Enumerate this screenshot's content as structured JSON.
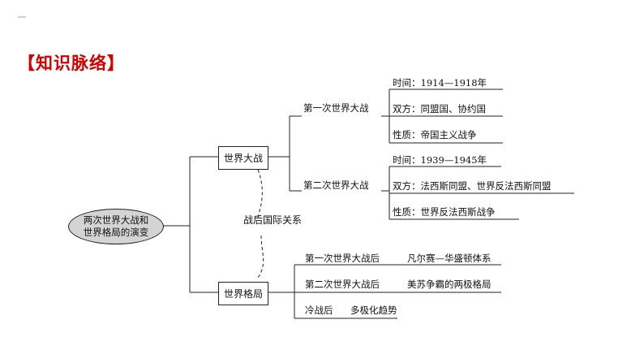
{
  "slide": {
    "heading": "【知识脉络】"
  },
  "diagram": {
    "root": {
      "line1": "两次世界大战和",
      "line2": "世界格局的演变"
    },
    "branch_war": {
      "label": "世界大战",
      "ww1": {
        "label": "第一次世界大战",
        "time": "时间：1914—1918年",
        "sides": "双方：同盟国、协约国",
        "nature": "性质：帝国主义战争"
      },
      "ww2": {
        "label": "第二次世界大战",
        "time": "时间：1939—1945年",
        "sides": "双方：法西斯同盟、世界反法西斯同盟",
        "nature": "性质：世界反法西斯战争"
      }
    },
    "relation_label": "战后国际关系",
    "branch_pattern": {
      "label": "世界格局",
      "items": [
        {
          "period": "第一次世界大战后",
          "system": "凡尔赛—华盛顿体系"
        },
        {
          "period": "第二次世界大战后",
          "system": "美苏争霸的两极格局"
        },
        {
          "period": "冷战后",
          "system": "多极化趋势"
        }
      ]
    }
  }
}
